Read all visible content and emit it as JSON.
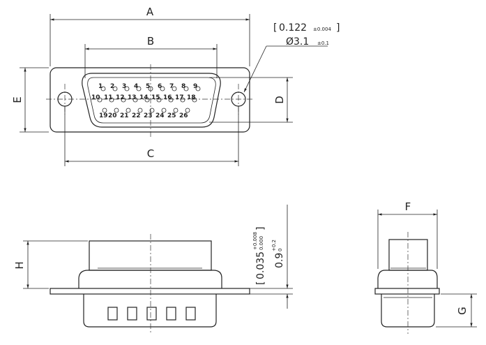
{
  "dimensions": {
    "A": "A",
    "B": "B",
    "C": "C",
    "D": "D",
    "E": "E",
    "F": "F",
    "G": "G",
    "H": "H"
  },
  "hole_callout": {
    "inch_value": "0.122",
    "inch_tol": "±0.004",
    "mm_value": "Ø3.1",
    "mm_tol": "±0.1"
  },
  "thickness_callout": {
    "inch_value": "0.035",
    "inch_tol_plus": "+0.008",
    "inch_tol_minus": "0.000",
    "mm_value": "0.9",
    "mm_tol_plus": "+0.2",
    "mm_tol_minus": "0"
  },
  "pins": {
    "row1": [
      "1",
      "2",
      "3",
      "4",
      "5",
      "6",
      "7",
      "8",
      "9"
    ],
    "row2": [
      "10",
      "11",
      "12",
      "13",
      "14",
      "15",
      "16",
      "17",
      "18"
    ],
    "row3": [
      "19",
      "20",
      "21",
      "22",
      "23",
      "24",
      "25",
      "26"
    ]
  }
}
